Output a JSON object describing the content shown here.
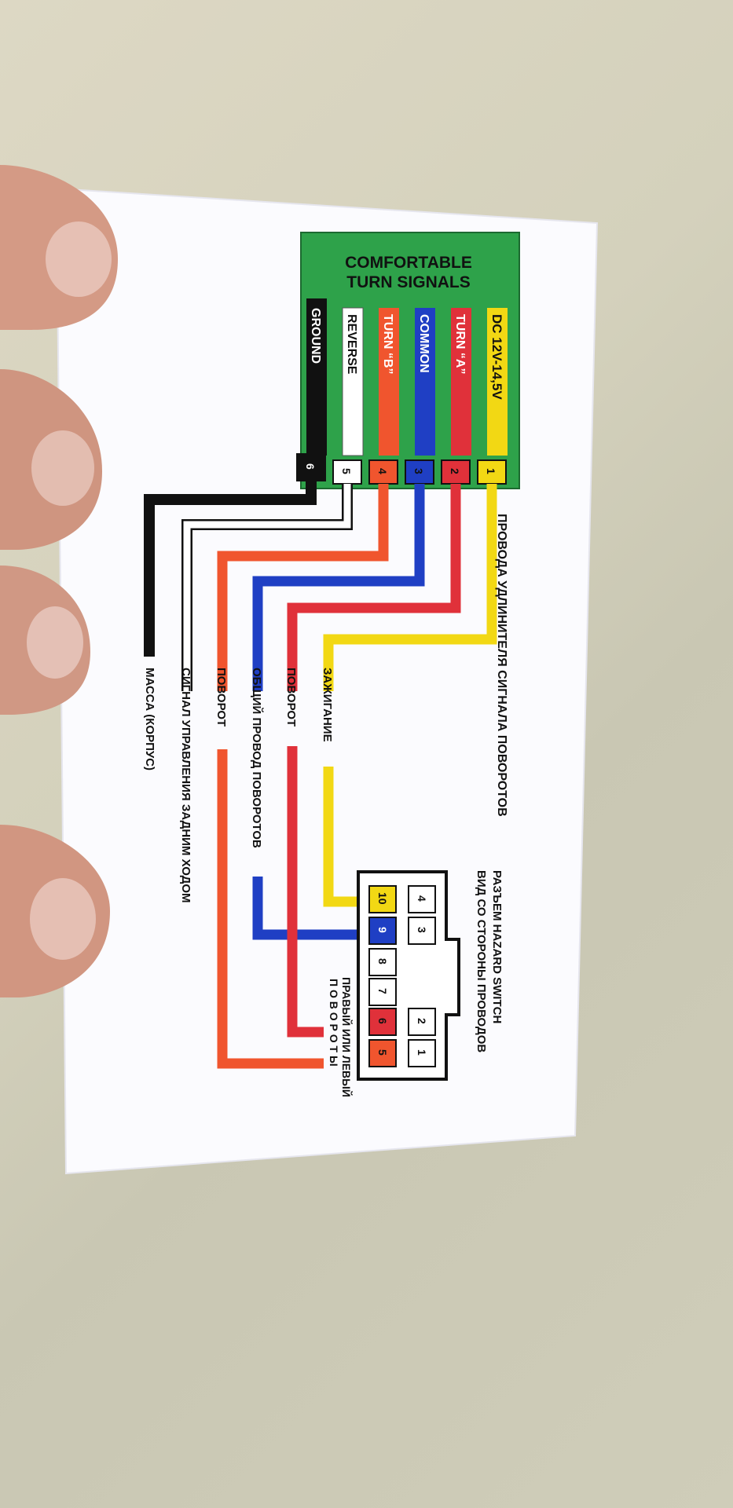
{
  "header": {
    "line1": "COMFORTABLE",
    "line2": "TURN SIGNALS"
  },
  "module_pins": [
    {
      "num": "1",
      "label": "DC 12V-14,5V",
      "color": "#f2d814",
      "label_color": "#111111"
    },
    {
      "num": "2",
      "label": "TURN “A”",
      "color": "#e0313a",
      "label_color": "#ffffff"
    },
    {
      "num": "3",
      "label": "COMMON",
      "color": "#1f3fc4",
      "label_color": "#ffffff"
    },
    {
      "num": "4",
      "label": "TURN “B”",
      "color": "#f0552e",
      "label_color": "#ffffff"
    },
    {
      "num": "5",
      "label": "REVERSE",
      "color": "#ffffff",
      "label_color": "#111111"
    },
    {
      "num": "6",
      "label": "GROUND",
      "color": "#111111",
      "label_color": "#ffffff"
    }
  ],
  "wire_title": "ПРОВОДА УДЛИНИТЕЛЯ СИГНАЛА ПОВОРОТОВ",
  "wire_labels": [
    "ЗАЖИГАНИЕ",
    "ПОВОРОТ",
    "ОБЩИЙ ПРОВОД ПОВОРОТОВ",
    "ПОВОРОТ",
    "СИГНАЛ УПРАВЛЕНИЯ ЗАДНИМ ХОДОМ",
    "МАССА (КОРПУС)"
  ],
  "connector": {
    "title_line1": "РАЗЪЕМ  HAZARD  SWITCH",
    "title_line2": "ВИД СО СТОРОНЫ ПРОВОДОВ",
    "pins": [
      "1",
      "2",
      "3",
      "4",
      "5",
      "6",
      "7",
      "8",
      "9",
      "10"
    ],
    "side_label_line1": "ПРАВЫЙ ИЛИ ЛЕВЫЙ",
    "side_label_line2": "П О В О Р О Т Ы"
  }
}
